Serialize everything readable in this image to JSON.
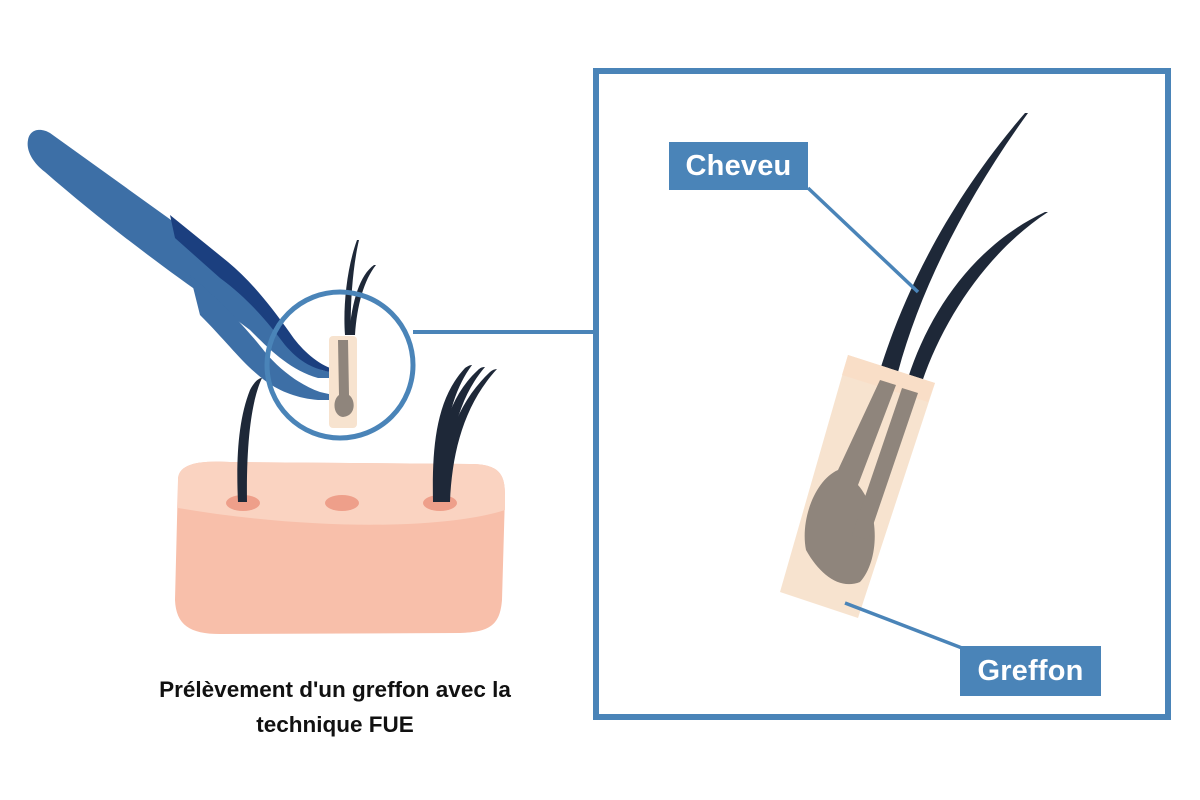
{
  "diagram": {
    "title": "Prélèvement d'un greffon avec la technique FUE",
    "caption_lines": [
      "Prélèvement d'un greffon avec la",
      "technique FUE"
    ],
    "labels": {
      "hair": "Cheveu",
      "graft": "Greffon"
    },
    "elements": [
      "tweezers-icon",
      "skin-block",
      "follicle-opening-left",
      "follicle-opening-center",
      "follicle-opening-right",
      "magnifier-circle",
      "zoom-frame",
      "graft-closeup"
    ]
  },
  "colors": {
    "accent_blue": "#4a84b8",
    "tweezers_blue": "#3d6fa6",
    "tweezers_dark": "#1b3f7f",
    "skin": "#f8bfaa",
    "skin_top": "#fad3c1",
    "follicle_hole": "#ee9f8a",
    "hair": "#1e2838",
    "graft_tissue": "#f7e3cf",
    "bulb": "#8f857c",
    "text": "#111111"
  }
}
